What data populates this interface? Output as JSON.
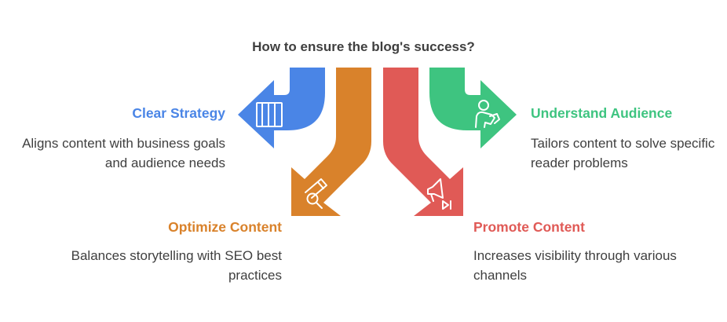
{
  "title": "How to ensure the blog's success?",
  "items": [
    {
      "label": "Clear Strategy",
      "description": "Aligns content with business goals and audience needs",
      "color": "#4a85e6",
      "icon": "columns-icon"
    },
    {
      "label": "Optimize Content",
      "description": "Balances storytelling with SEO best practices",
      "color": "#d9822b",
      "icon": "pencil-search-icon"
    },
    {
      "label": "Promote Content",
      "description": "Increases visibility through various channels",
      "color": "#e05a56",
      "icon": "megaphone-icon"
    },
    {
      "label": "Understand Audience",
      "description": "Tailors content to solve specific reader problems",
      "color": "#3ec480",
      "icon": "reader-icon"
    }
  ]
}
